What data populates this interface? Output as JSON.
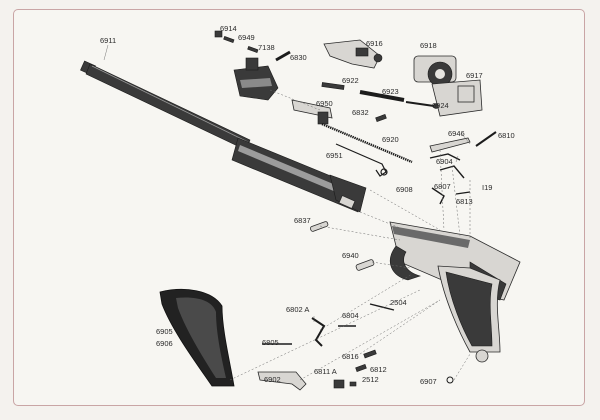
{
  "parts": {
    "p6911": "6911",
    "p6914": "6914",
    "p6949": "6949",
    "p7138": "7138",
    "p6830": "6830",
    "p6916": "6916",
    "p6918": "6918",
    "p6917": "6917",
    "p6922": "6922",
    "p6923": "6923",
    "p6924": "6924",
    "p6950": "6950",
    "p6832": "6832",
    "p6920": "6920",
    "p6946": "6946",
    "p6810": "6810",
    "p6951": "6951",
    "p6904": "6904",
    "p6807": "6807",
    "p6908": "6908",
    "p119": "I19",
    "p6813": "6813",
    "p6837": "6837",
    "p6940": "6940",
    "p2504": "2504",
    "p6802A": "6802 A",
    "p6804": "6804",
    "p6905": "6905",
    "p6906": "6906",
    "p6805": "6805",
    "p6816": "6816",
    "p6812": "6812",
    "p6811A": "6811 A",
    "p2512": "2512",
    "p6902": "6902",
    "p6907": "6907"
  },
  "colors": {
    "ink": "#2a2a2a",
    "metal": "#3a3a3a",
    "frame_border": "#c9a5a5",
    "paper": "#f7f6f2"
  }
}
